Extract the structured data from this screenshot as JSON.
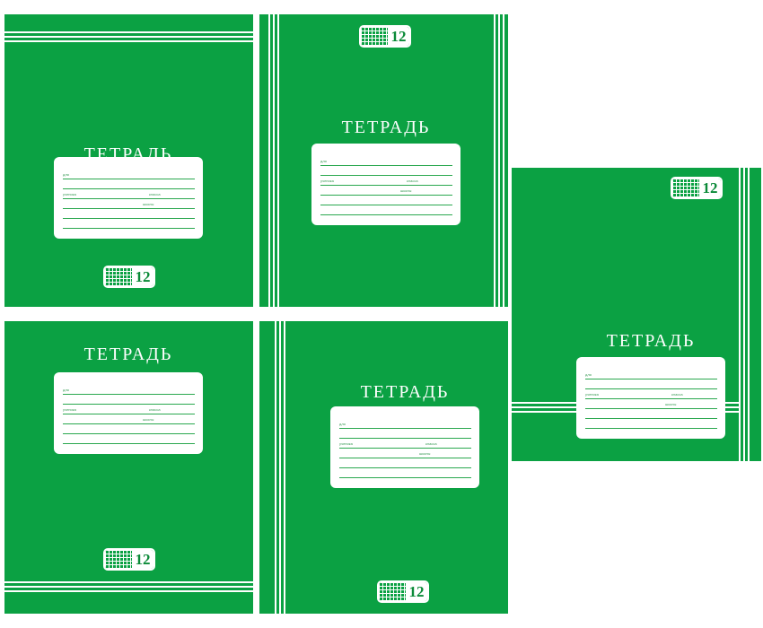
{
  "brand_color": "#0ba143",
  "covers": [
    {
      "title": "ТЕТРАДЬ",
      "badge": "12",
      "label": {
        "for": "для",
        "student": "ученика",
        "class": "класса",
        "school": "школы"
      }
    },
    {
      "title": "ТЕТРАДЬ",
      "badge": "12",
      "label": {
        "for": "для",
        "student": "ученика",
        "class": "класса",
        "school": "школы"
      }
    },
    {
      "title": "ТЕТРАДЬ",
      "badge": "12",
      "label": {
        "for": "для",
        "student": "ученика",
        "class": "класса",
        "school": "школы"
      }
    },
    {
      "title": "ТЕТРАДЬ",
      "badge": "12",
      "label": {
        "for": "для",
        "student": "ученика",
        "class": "класса",
        "school": "школы"
      }
    },
    {
      "title": "ТЕТРАДЬ",
      "badge": "12",
      "label": {
        "for": "для",
        "student": "ученика",
        "class": "класса",
        "school": "школы"
      }
    }
  ]
}
